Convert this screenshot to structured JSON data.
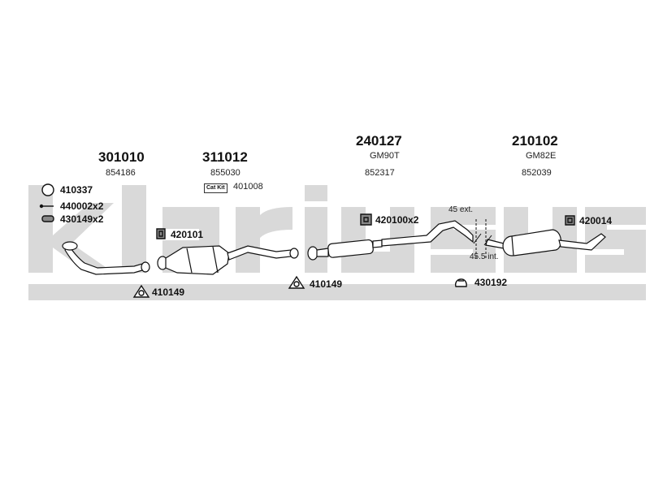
{
  "watermark": {
    "text": "klarius",
    "color": "#d9d9d9"
  },
  "parts": [
    {
      "number": "301010",
      "code": "854186"
    },
    {
      "number": "311012",
      "code": "855030"
    },
    {
      "number": "240127",
      "code": "GM90T",
      "ref": "852317"
    },
    {
      "number": "210102",
      "code": "GM82E",
      "ref": "852039"
    }
  ],
  "cat_kit": {
    "badge": "Cat Kit",
    "number": "401008"
  },
  "accessories": {
    "a410337": "410337",
    "a440002": "440002x2",
    "a430149": "430149x2",
    "a420101": "420101",
    "a420100": "420100x2",
    "a420014": "420014",
    "a410149_left": "410149",
    "a410149_mid": "410149",
    "a430192": "430192"
  },
  "annotations": {
    "ext": "45 ext.",
    "int": "45.5 int."
  },
  "colors": {
    "ink": "#111111",
    "pipe_fill": "#ffffff",
    "accent_gray": "#d9d9d9"
  },
  "icons": [
    "ring-clamp-icon",
    "bolt-icon",
    "gasket-icon",
    "rubber-mount-icon",
    "flange-gasket-icon",
    "clamp-icon"
  ]
}
